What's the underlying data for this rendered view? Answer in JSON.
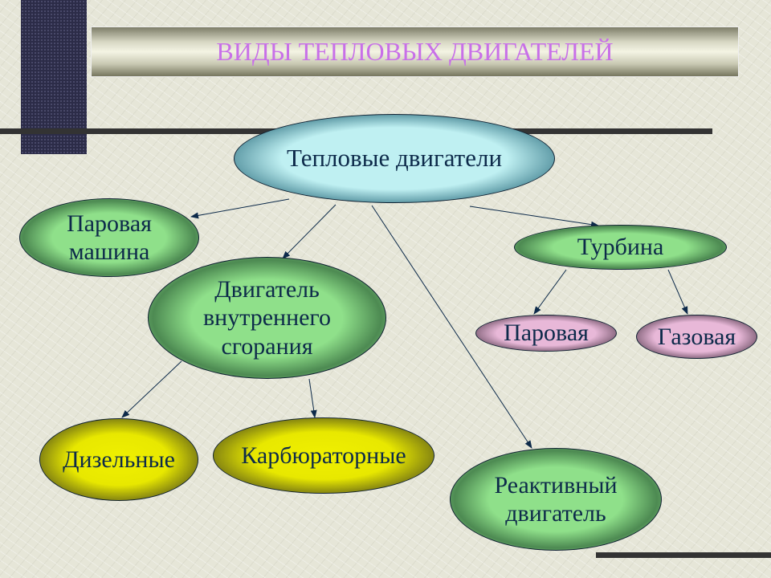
{
  "title": "ВИДЫ ТЕПЛОВЫХ ДВИГАТЕЛЕЙ",
  "nodes": {
    "root": "Тепловые двигатели",
    "steam_engine": "Паровая машина",
    "ice": "Двигатель внутреннего сгорания",
    "turbine": "Турбина",
    "steam_turbine": "Паровая",
    "gas_turbine": "Газовая",
    "diesel": "Дизельные",
    "carburetor": "Карбюраторные",
    "jet": "Реактивный двигатель"
  },
  "colors": {
    "title": "#c870e8",
    "text": "#0d2a4a",
    "green": "#8fe08a",
    "cyan": "#bff0f2",
    "pink": "#e8b8d8",
    "yellow": "#f0f000"
  }
}
